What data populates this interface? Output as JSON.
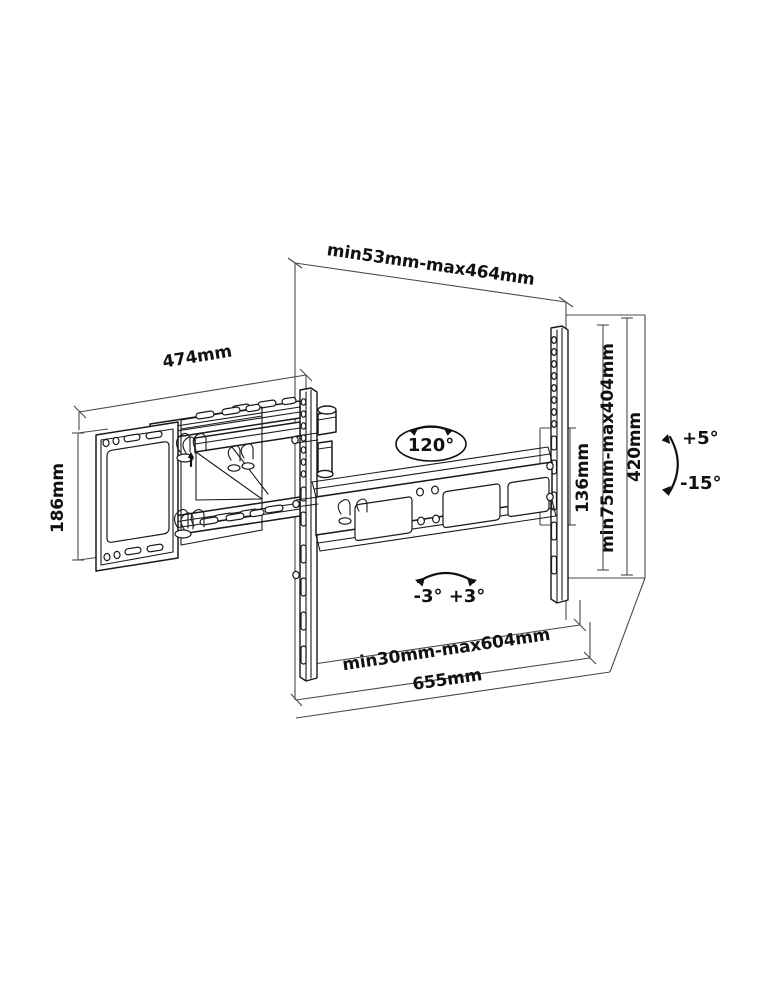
{
  "diagram": {
    "title": "TV wall mount bracket technical dimension drawing",
    "background_color": "#ffffff",
    "line_color": "#1a1a1a",
    "dimension_line_color": "#4a4a4a"
  },
  "dimensions": {
    "top_depth": "min53mm-max464mm",
    "arm_length": "474mm",
    "plate_height": "186mm",
    "rail_hole_spacing": "136mm",
    "vertical_travel": "min75mm-max404mm",
    "rail_height": "420mm",
    "bottom_travel": "min30mm-max604mm",
    "overall_width": "655mm"
  },
  "angles": {
    "swivel": "120°",
    "tilt_up": "+5°",
    "tilt_down": "-15°",
    "roll_left": "-3°",
    "roll_right": "+3°"
  },
  "labels": {
    "swivel_badge": "120°",
    "tilt_up": "+5°",
    "tilt_down": "-15°",
    "roll_left": "-3°",
    "roll_right": "+3°"
  }
}
